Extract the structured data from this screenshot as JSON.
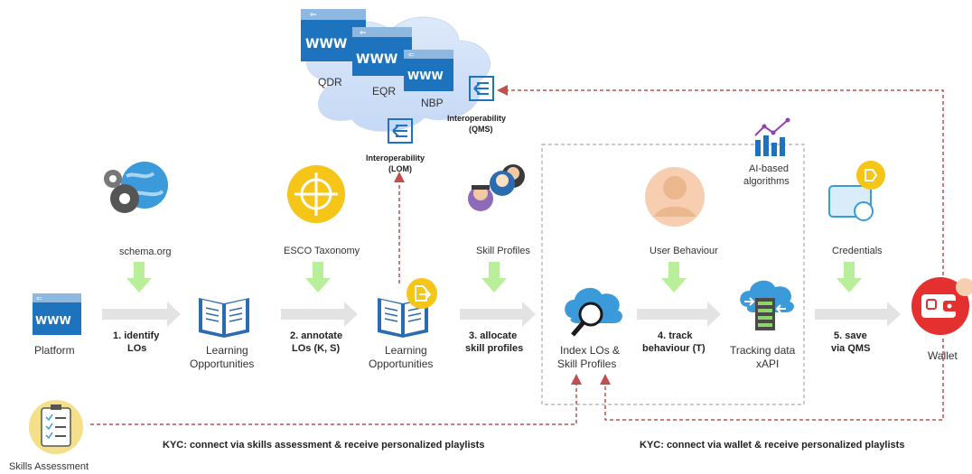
{
  "cloud": {
    "qdr": "QDR",
    "eqr": "EQR",
    "nbp": "NBP",
    "www": "WWW"
  },
  "interop_qms": {
    "line1": "Interoperability",
    "line2": "(QMS)"
  },
  "interop_lom": {
    "line1": "Interoperability",
    "line2": "(LOM)"
  },
  "ai": {
    "line1": "AI-based",
    "line2": "algorithms"
  },
  "sources": {
    "schema": "schema.org",
    "esco": "ESCO Taxonomy",
    "skill_profiles": "Skill Profiles",
    "user_behaviour": "User Behaviour",
    "credentials": "Credentials"
  },
  "nodes": {
    "platform": "Platform",
    "learning1": {
      "line1": "Learning",
      "line2": "Opportunities"
    },
    "learning2": {
      "line1": "Learning",
      "line2": "Opportunities"
    },
    "index": {
      "line1": "Index LOs &",
      "line2": "Skill Profiles"
    },
    "tracking": {
      "line1": "Tracking data",
      "line2": "xAPI"
    },
    "wallet": "Wallet",
    "skills_assessment": "Skills Assessment"
  },
  "steps": {
    "s1": {
      "line1": "1. identify",
      "line2": "LOs"
    },
    "s2": {
      "line1": "2. annotate",
      "line2": "LOs (K, S)"
    },
    "s3": {
      "line1": "3. allocate",
      "line2": "skill profiles"
    },
    "s4": {
      "line1": "4. track",
      "line2": "behaviour (T)"
    },
    "s5": {
      "line1": "5. save",
      "line2": "via QMS"
    }
  },
  "kyc": {
    "left": "KYC: connect via skills assessment & receive personalized playlists",
    "right": "KYC: connect via wallet & receive personalized playlists"
  },
  "colors": {
    "blue": "#1e73be",
    "light_blue": "#3b9ad9",
    "green_arrow": "#b9ef9b",
    "grey_arrow": "#e3e3e3",
    "red_dash": "#c0504d",
    "yellow": "#f5c518",
    "wallet_red": "#e53030"
  }
}
